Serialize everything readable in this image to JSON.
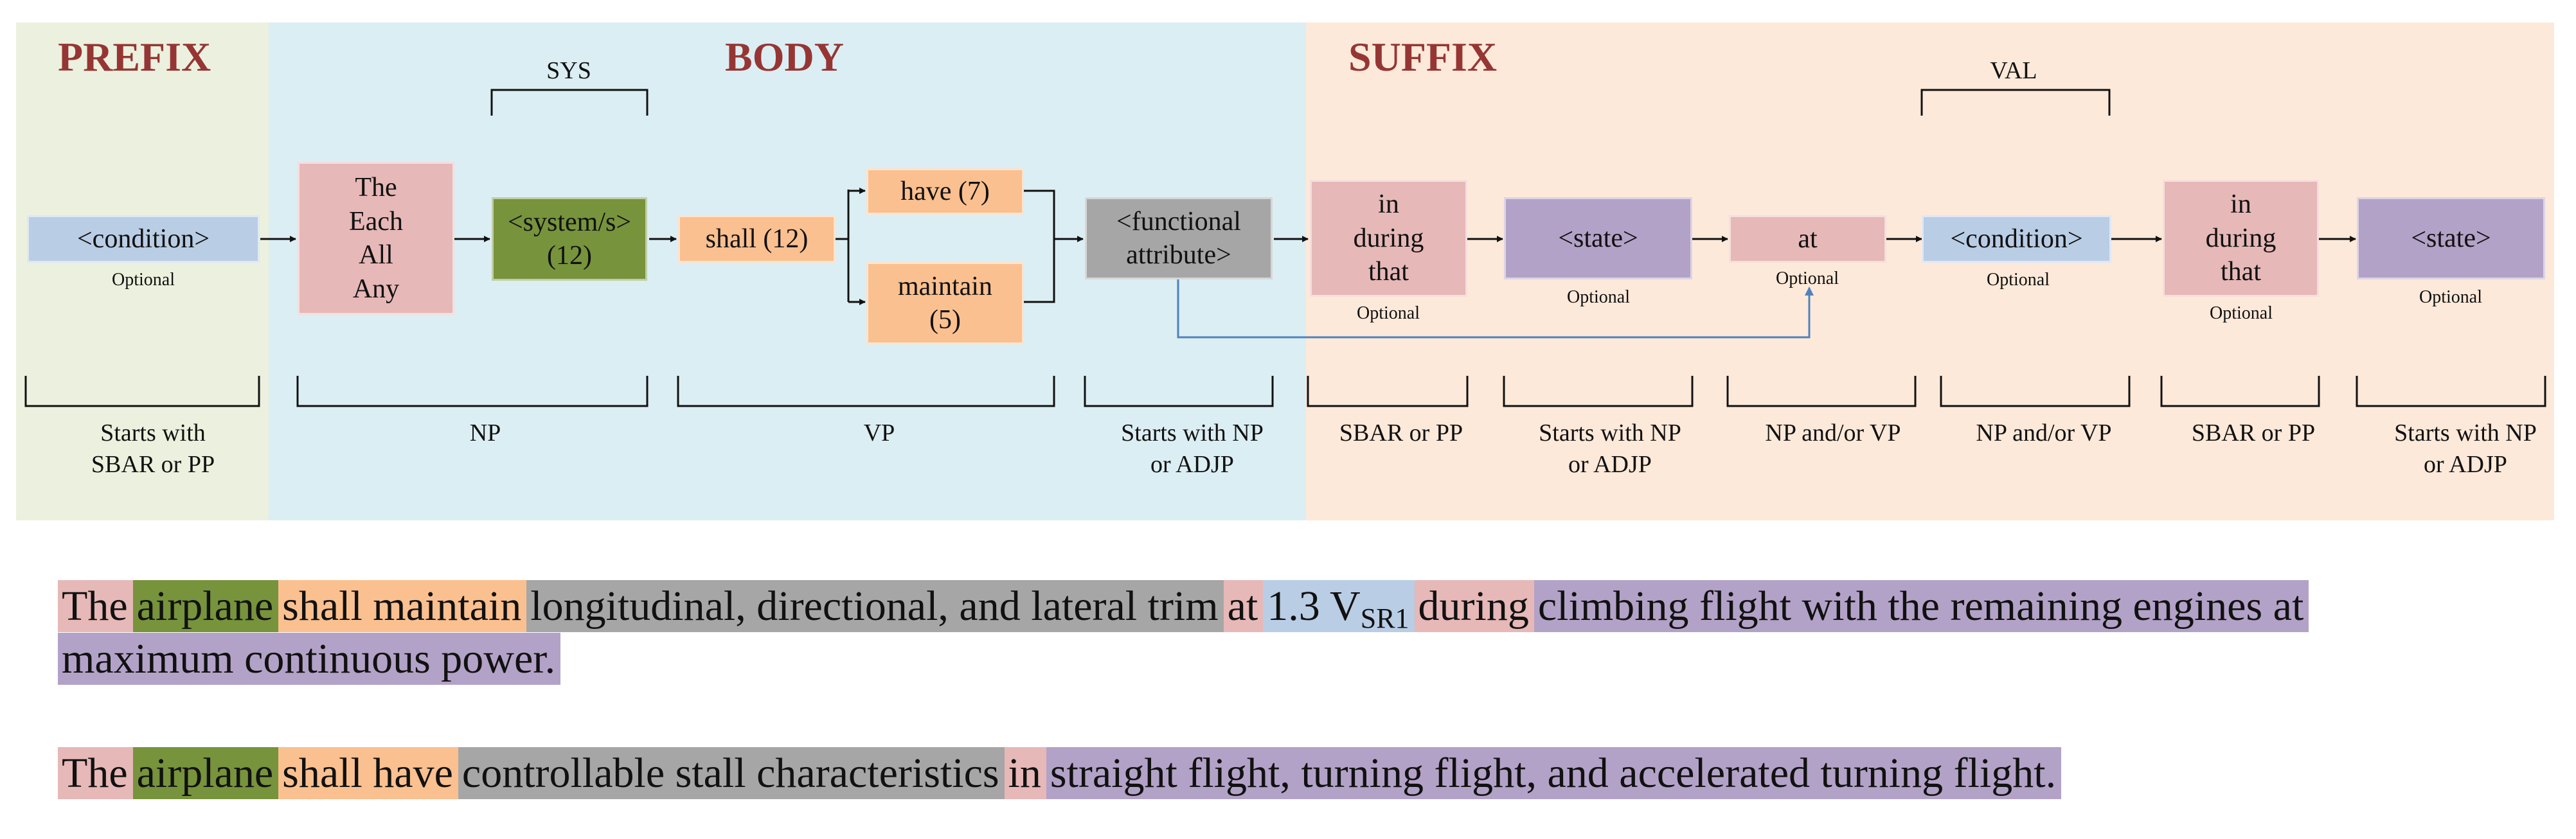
{
  "sections": {
    "prefix": "PREFIX",
    "body": "BODY",
    "suffix": "SUFFIX"
  },
  "bracket_labels": {
    "sys": "SYS",
    "val": "VAL"
  },
  "nodes": {
    "condition_prefix": {
      "label": "<condition>",
      "note": "Optional",
      "color": "#b9cde5"
    },
    "quantifier": {
      "lines": [
        "The",
        "Each",
        "All",
        "Any"
      ],
      "color": "#e6b8b7"
    },
    "system": {
      "lines": [
        "<system/s>",
        "(12)"
      ],
      "color": "#77933c"
    },
    "shall": {
      "label": "shall (12)",
      "color": "#fac090"
    },
    "have": {
      "label": "have (7)",
      "color": "#fac090"
    },
    "maintain": {
      "lines": [
        "maintain",
        "(5)"
      ],
      "color": "#fac090"
    },
    "functional": {
      "lines": [
        "<functional",
        "attribute>"
      ],
      "color": "#a6a6a6"
    },
    "temporal1": {
      "lines": [
        "in",
        "during",
        "that"
      ],
      "note": "Optional",
      "color": "#e6b8b7"
    },
    "state1": {
      "label": "<state>",
      "note": "Optional",
      "color": "#b3a2c7"
    },
    "at": {
      "label": "at",
      "note": "Optional",
      "color": "#e6b8b7"
    },
    "condition_suffix": {
      "label": "<condition>",
      "note": "Optional",
      "color": "#b9cde5"
    },
    "temporal2": {
      "lines": [
        "in",
        "during",
        "that"
      ],
      "note": "Optional",
      "color": "#e6b8b7"
    },
    "state2": {
      "label": "<state>",
      "note": "Optional",
      "color": "#b3a2c7"
    }
  },
  "categories": {
    "prefix": [
      "Starts with",
      "SBAR or PP"
    ],
    "np": [
      "NP"
    ],
    "vp": [
      "VP"
    ],
    "functional": [
      "Starts with NP",
      "or ADJP"
    ],
    "sbar1": [
      "SBAR or PP"
    ],
    "state1": [
      "Starts with NP",
      "or ADJP"
    ],
    "at": [
      "NP and/or VP"
    ],
    "condition": [
      "NP and/or VP"
    ],
    "sbar2": [
      "SBAR or PP"
    ],
    "state2": [
      "Starts with NP",
      "or ADJP"
    ]
  },
  "examples": [
    {
      "segments": [
        {
          "text": "The",
          "role": "quantifier",
          "color": "#e6b8b7"
        },
        {
          "text": "airplane",
          "role": "system",
          "color": "#77933c"
        },
        {
          "text": "shall maintain",
          "role": "verb",
          "color": "#fac090"
        },
        {
          "text": "longitudinal, directional, and lateral trim",
          "role": "functional-attribute",
          "color": "#a6a6a6"
        },
        {
          "text": "at",
          "role": "temporal",
          "color": "#e6b8b7"
        },
        {
          "text": "1.3 V",
          "sub": "SR1",
          "role": "condition",
          "color": "#b9cde5"
        },
        {
          "text": "during",
          "role": "temporal",
          "color": "#e6b8b7"
        },
        {
          "text": "climbing flight with the remaining engines at maximum continuous power.",
          "role": "state",
          "color": "#b3a2c7"
        }
      ]
    },
    {
      "segments": [
        {
          "text": "The",
          "role": "quantifier",
          "color": "#e6b8b7"
        },
        {
          "text": "airplane",
          "role": "system",
          "color": "#77933c"
        },
        {
          "text": "shall have",
          "role": "verb",
          "color": "#fac090"
        },
        {
          "text": "controllable stall characteristics",
          "role": "functional-attribute",
          "color": "#a6a6a6"
        },
        {
          "text": "in",
          "role": "temporal",
          "color": "#e6b8b7"
        },
        {
          "text": "straight flight, turning flight, and accelerated turning flight.",
          "role": "state",
          "color": "#b3a2c7"
        }
      ]
    }
  ]
}
